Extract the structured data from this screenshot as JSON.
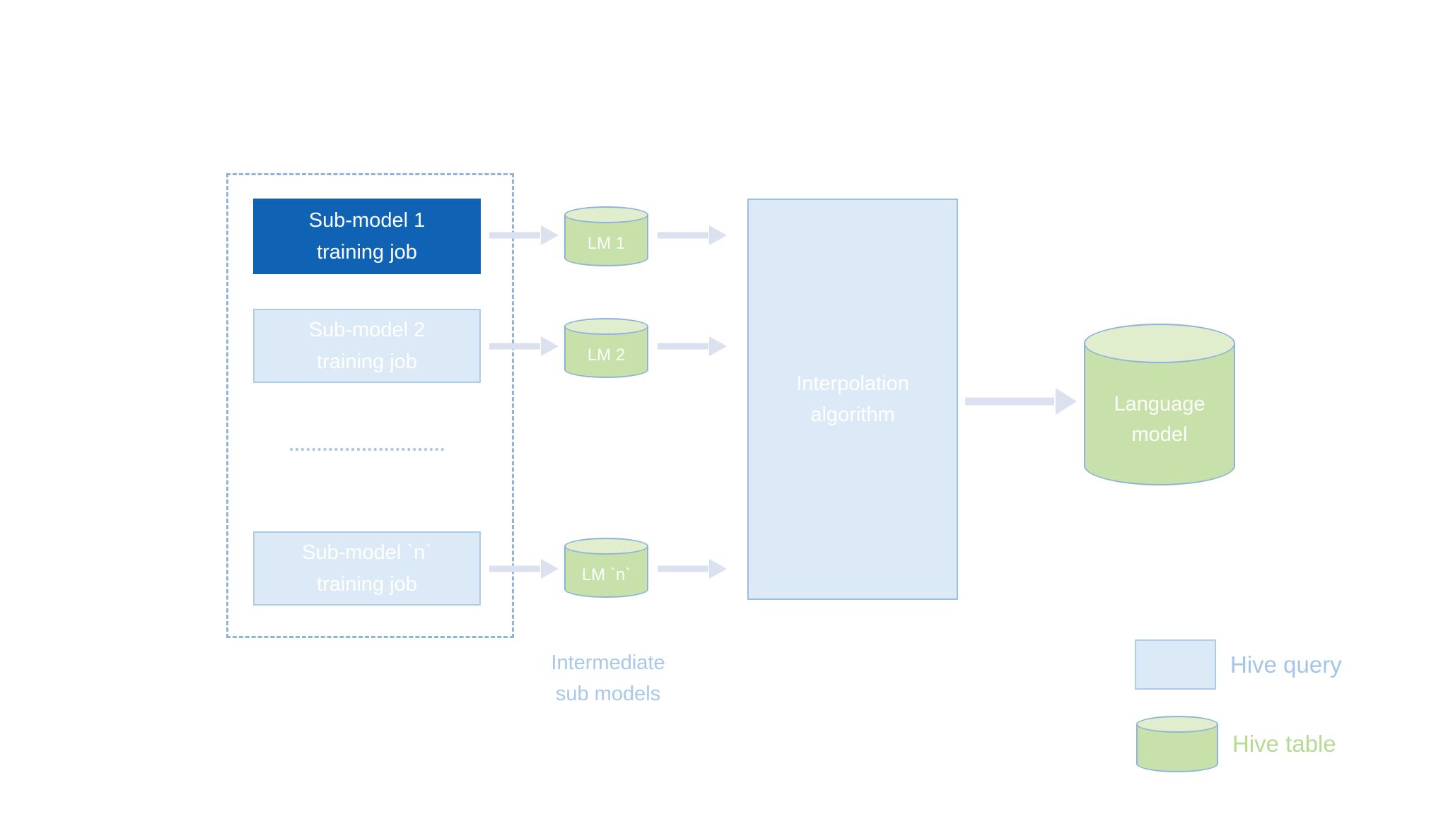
{
  "diagram": {
    "jobs": [
      {
        "line1": "Sub-model 1",
        "line2": "training job",
        "state": "highlighted"
      },
      {
        "line1": "Sub-model 2",
        "line2": "training job",
        "state": "faded"
      },
      {
        "line1": "Sub-model `n`",
        "line2": "training job",
        "state": "faded"
      }
    ],
    "lm_tables": [
      {
        "label": "LM 1"
      },
      {
        "label": "LM 2"
      },
      {
        "label": "LM `n`"
      }
    ],
    "caption": {
      "line1": "Intermediate",
      "line2": "sub models"
    },
    "interpolation": {
      "line1": "Interpolation",
      "line2": "algorithm"
    },
    "language_model": {
      "line1": "Language",
      "line2": "model"
    },
    "legend": {
      "query_label": "Hive query",
      "table_label": "Hive table"
    },
    "colors": {
      "highlighted_job_fill": "#1062b4",
      "faded_box_fill": "#dce9f6",
      "faded_box_border": "#aecbea",
      "dashed_group_border": "#8fb3dd",
      "arrow": "#dce1f0",
      "cylinder_fill": "#c8e1aa",
      "cylinder_top_fill": "#e0eecd",
      "cylinder_border": "#8fb4d9",
      "caption_text": "#a9c8e9",
      "legend_query_text": "#a3c6e8",
      "legend_table_text": "#b5da92"
    }
  }
}
